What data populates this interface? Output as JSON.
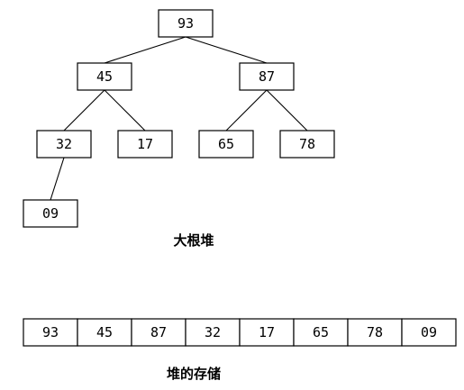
{
  "heap": {
    "caption": "大根堆",
    "nodes": [
      {
        "id": "n0",
        "label": "93"
      },
      {
        "id": "n1",
        "label": "45"
      },
      {
        "id": "n2",
        "label": "87"
      },
      {
        "id": "n3",
        "label": "32"
      },
      {
        "id": "n4",
        "label": "17"
      },
      {
        "id": "n5",
        "label": "65"
      },
      {
        "id": "n6",
        "label": "78"
      },
      {
        "id": "n7",
        "label": "09"
      }
    ],
    "edges": [
      {
        "from": "n0",
        "to": "n1"
      },
      {
        "from": "n0",
        "to": "n2"
      },
      {
        "from": "n1",
        "to": "n3"
      },
      {
        "from": "n1",
        "to": "n4"
      },
      {
        "from": "n2",
        "to": "n5"
      },
      {
        "from": "n2",
        "to": "n6"
      },
      {
        "from": "n3",
        "to": "n7"
      }
    ]
  },
  "storage": {
    "caption": "堆的存储",
    "cells": [
      "93",
      "45",
      "87",
      "32",
      "17",
      "65",
      "78",
      "09"
    ]
  }
}
